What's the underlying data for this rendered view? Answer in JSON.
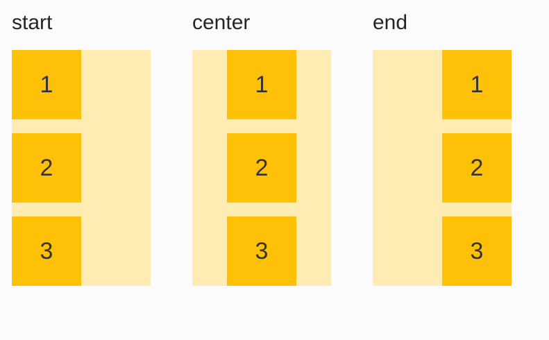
{
  "page": {
    "background": "#FBFBFE"
  },
  "colors": {
    "container-bg": "#FFECB3",
    "item-bg": "#FFC107",
    "label-text": "#252525",
    "item-text": "#333333"
  },
  "groups": [
    {
      "label": "start",
      "alignment": "start",
      "items": [
        "1",
        "2",
        "3"
      ]
    },
    {
      "label": "center",
      "alignment": "center",
      "items": [
        "1",
        "2",
        "3"
      ]
    },
    {
      "label": "end",
      "alignment": "end",
      "items": [
        "1",
        "2",
        "3"
      ]
    }
  ]
}
